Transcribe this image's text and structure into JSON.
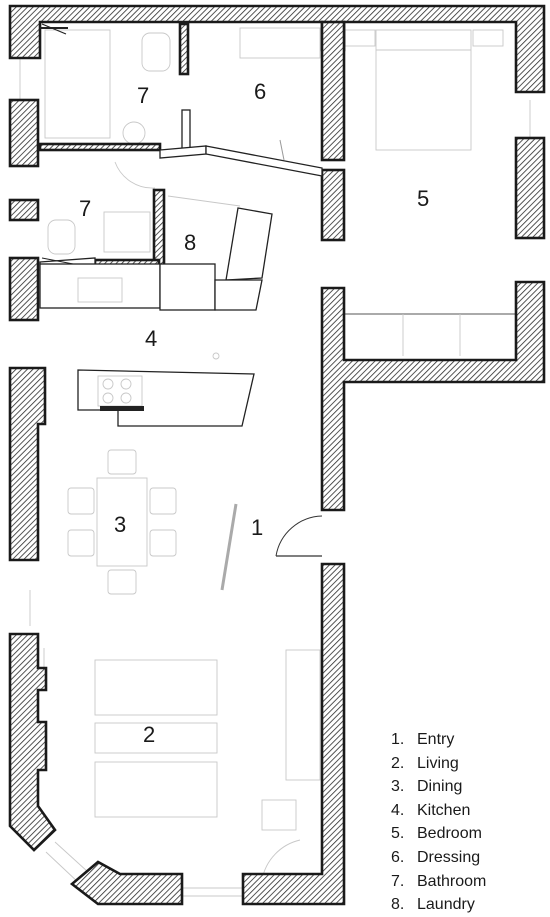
{
  "rooms": [
    {
      "number": "1",
      "name": "Entry"
    },
    {
      "number": "2",
      "name": "Living"
    },
    {
      "number": "3",
      "name": "Dining"
    },
    {
      "number": "4",
      "name": "Kitchen"
    },
    {
      "number": "5",
      "name": "Bedroom"
    },
    {
      "number": "6",
      "name": "Dressing"
    },
    {
      "number": "7",
      "name": "Bathroom"
    },
    {
      "number": "8",
      "name": "Laundry"
    }
  ],
  "legend": [
    {
      "number": "1.",
      "name": "Entry"
    },
    {
      "number": "2.",
      "name": "Living"
    },
    {
      "number": "3.",
      "name": "Dining"
    },
    {
      "number": "4.",
      "name": "Kitchen"
    },
    {
      "number": "5.",
      "name": "Bedroom"
    },
    {
      "number": "6.",
      "name": "Dressing"
    },
    {
      "number": "7.",
      "name": "Bathroom"
    },
    {
      "number": "8.",
      "name": "Laundry"
    }
  ],
  "colors": {
    "wall_outline": "#1a1a1a",
    "hatch": "#2a2a2a",
    "furniture_line": "#c8c8c8",
    "background": "#ffffff"
  }
}
